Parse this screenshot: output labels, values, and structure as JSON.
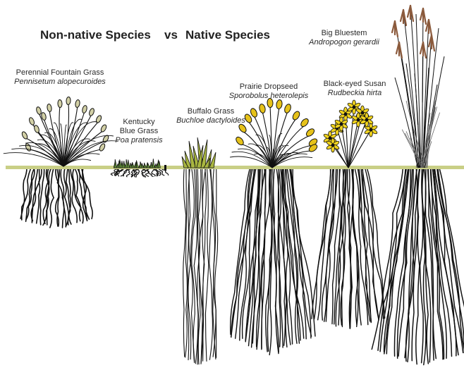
{
  "header": {
    "left": "Non-native Species",
    "vs": "vs",
    "right": "Native Species"
  },
  "plants": [
    {
      "common": "Perennial Fountain Grass",
      "scientific": "Pennisetum alopecuroides",
      "group": "non-native"
    },
    {
      "common": "Kentucky",
      "common2": "Blue Grass",
      "scientific": "Poa pratensis",
      "group": "non-native"
    },
    {
      "common": "Buffalo Grass",
      "scientific": "Buchloe dactyloides",
      "group": "native"
    },
    {
      "common": "Prairie Dropseed",
      "scientific": "Sporobolus heterolepis",
      "group": "native"
    },
    {
      "common": "Black-eyed Susan",
      "scientific": "Rudbeckia hirta",
      "group": "native"
    },
    {
      "common": "Big Bluestem",
      "scientific": "Andropogon gerardii",
      "group": "native"
    }
  ],
  "colors": {
    "ground": "#c9cf86",
    "bluegrass": "#7bb845",
    "buffalo": "#a9b640",
    "dropseed": "#e6c21a",
    "susan": "#efd21e",
    "bluestem_seed": "#8b5a3c",
    "fountain_seed": "#d2d0a6",
    "ink": "#111111"
  },
  "icons": [
    "fountain-grass-drawing",
    "bluegrass-drawing",
    "buffalo-grass-drawing",
    "dropseed-drawing",
    "black-eyed-susan-drawing",
    "big-bluestem-drawing"
  ]
}
